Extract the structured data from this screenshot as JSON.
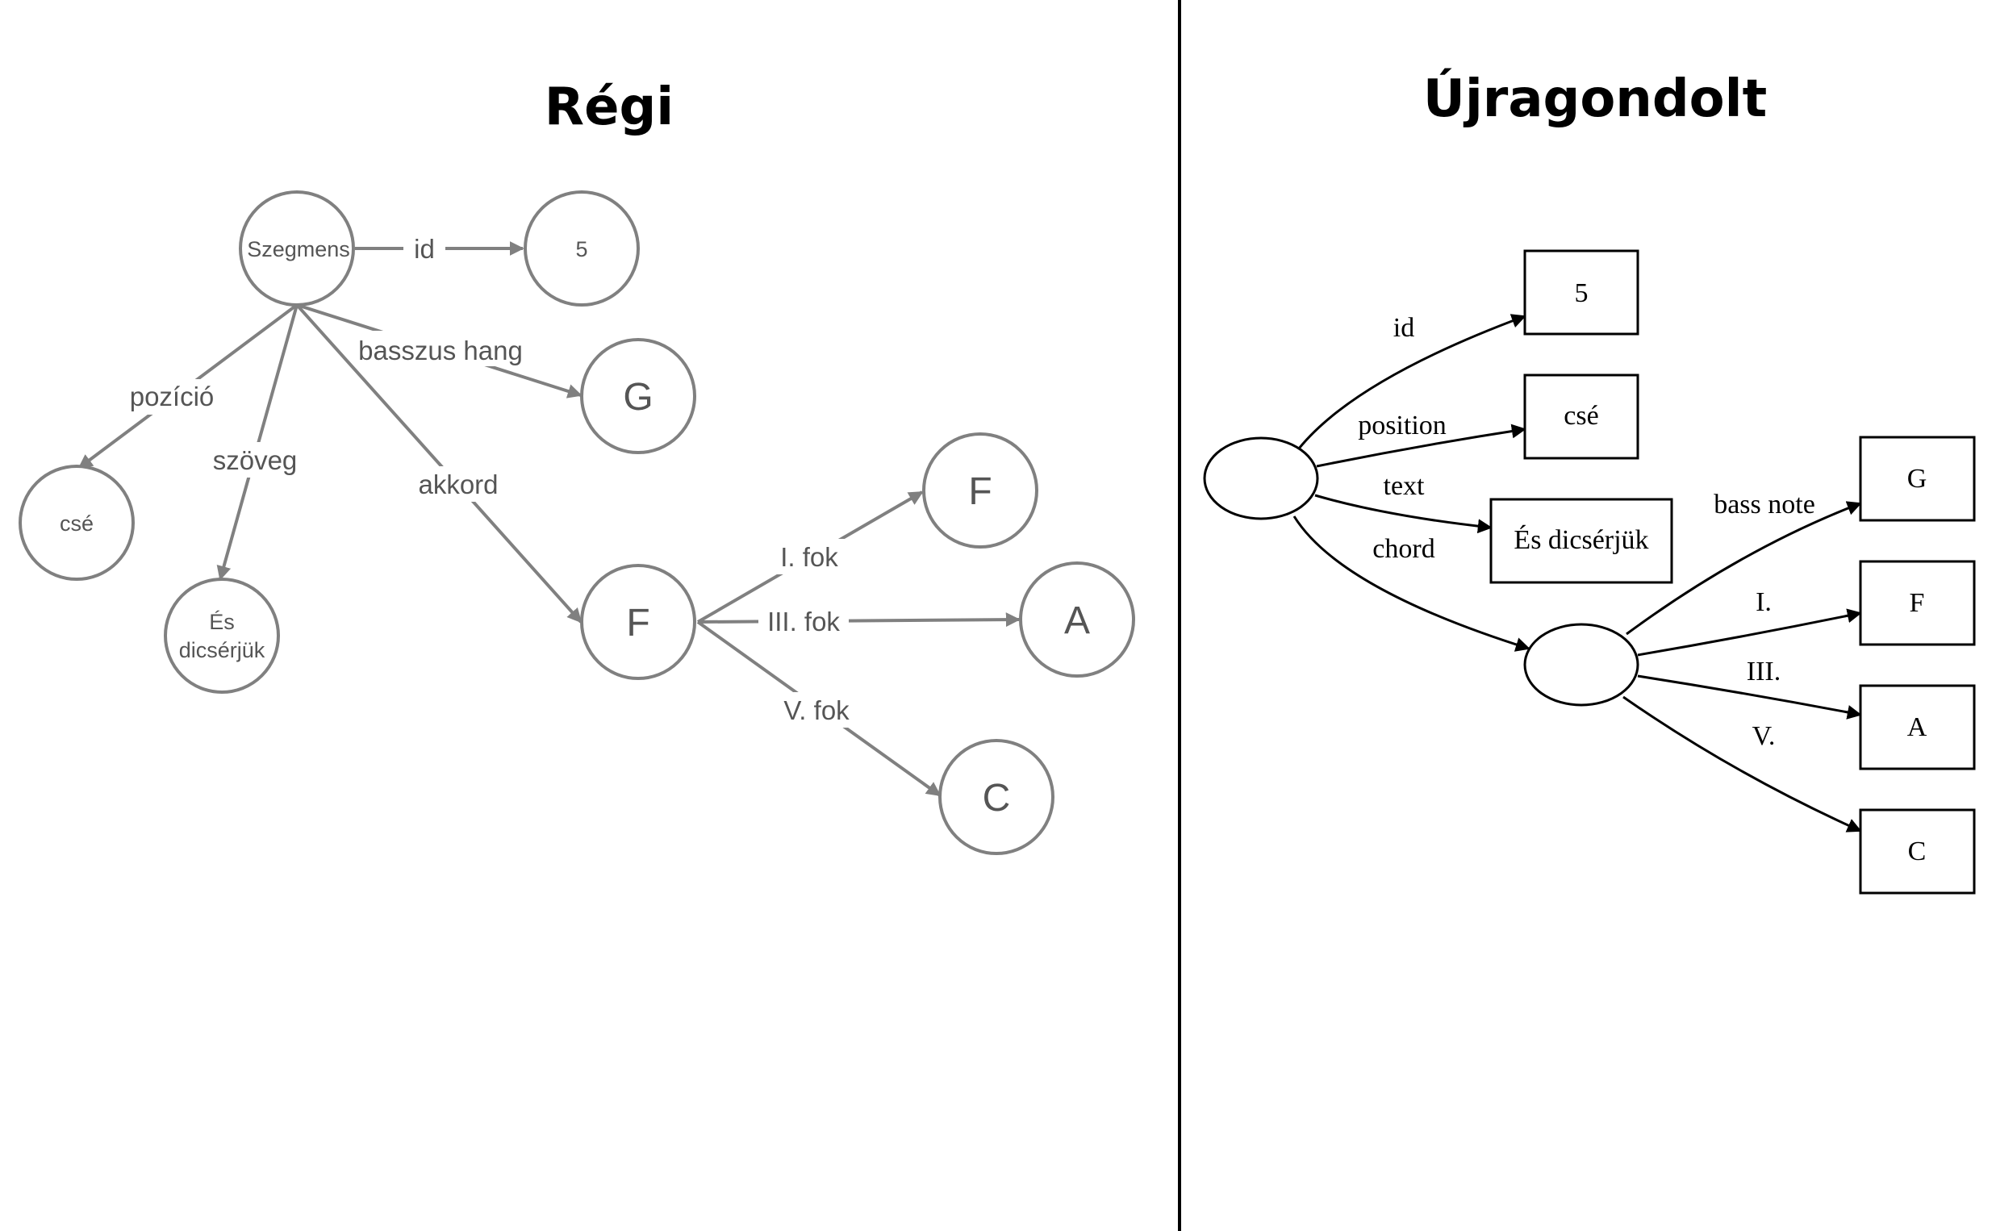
{
  "left_panel": {
    "title": "Régi",
    "nodes": {
      "segment": "Szegmens",
      "id_value": "5",
      "bass": "G",
      "position": "csé",
      "text_line1": "És",
      "text_line2": "dicsérjük",
      "chord": "F",
      "root": "F",
      "third": "A",
      "fifth": "C"
    },
    "edges": {
      "id": "id",
      "bass": "basszus hang",
      "position": "pozíció",
      "text": "szöveg",
      "chord": "akkord",
      "root": "I. fok",
      "third": "III. fok",
      "fifth": "V. fok"
    }
  },
  "right_panel": {
    "title": "Újragondolt",
    "nodes": {
      "id_value": "5",
      "position": "csé",
      "text": "És dicsérjük",
      "bass": "G",
      "root": "F",
      "third": "A",
      "fifth": "C"
    },
    "edges": {
      "id": "id",
      "position": "position",
      "text": "text",
      "chord": "chord",
      "bass": "bass note",
      "root": "I.",
      "third": "III.",
      "fifth": "V."
    }
  },
  "colors": {
    "old_stroke": "#808080",
    "old_text": "#555555",
    "new_stroke": "#000000",
    "divider": "#000000"
  }
}
